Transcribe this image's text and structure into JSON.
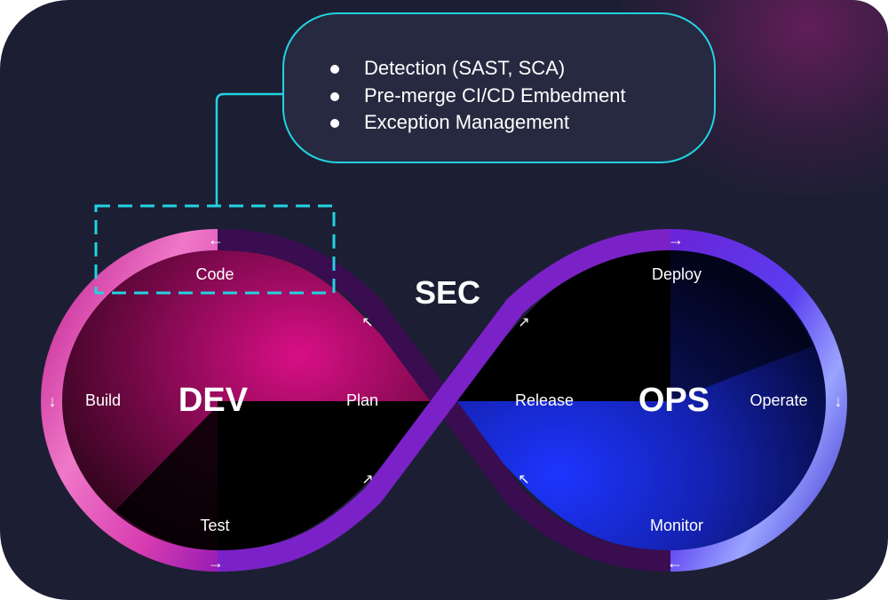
{
  "diagram": {
    "title": "DevSecOps infinity loop",
    "center_label": "SEC",
    "loops": [
      {
        "name": "DEV",
        "stages": [
          "Code",
          "Build",
          "Test",
          "Plan"
        ]
      },
      {
        "name": "OPS",
        "stages": [
          "Deploy",
          "Operate",
          "Monitor",
          "Release"
        ]
      }
    ],
    "stage_labels": {
      "code": "Code",
      "build": "Build",
      "test": "Test",
      "plan": "Plan",
      "release": "Release",
      "deploy": "Deploy",
      "operate": "Operate",
      "monitor": "Monitor"
    },
    "dev_label": "DEV",
    "ops_label": "OPS",
    "arrows": {
      "code": "←",
      "build": "↓",
      "test": "→",
      "plan_up": "↖",
      "test_up": "↗",
      "release_up": "↗",
      "deploy": "→",
      "operate": "↓",
      "monitor": "←",
      "monitor_up": "↖"
    },
    "highlight": {
      "target_stage": "Code",
      "callout_items": [
        "Detection (SAST, SCA)",
        "Pre-merge CI/CD Embedment",
        "Exception Management"
      ]
    },
    "colors": {
      "background": "#1c1f33",
      "callout_border": "#22d3e0",
      "callout_fill": "#26293f",
      "dev_accent": "#d4127f",
      "ops_accent": "#1f2ff0",
      "loop_purple": "#7a22c8"
    }
  }
}
